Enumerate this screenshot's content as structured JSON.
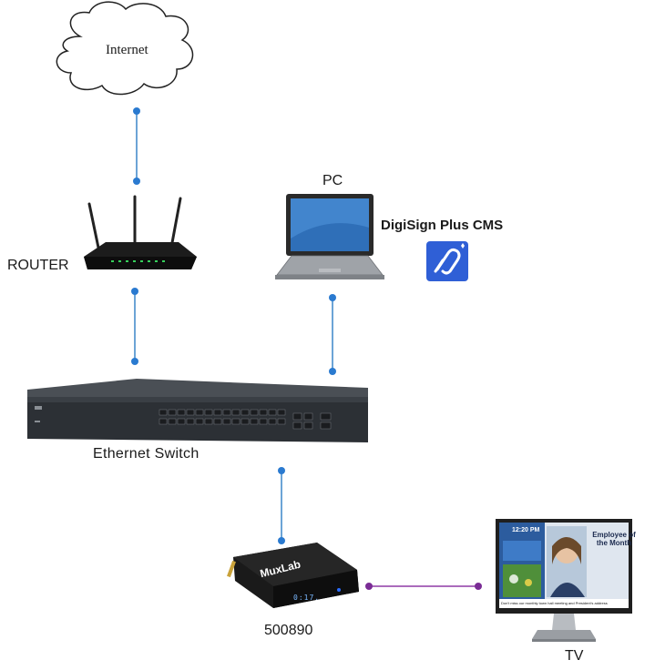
{
  "nodes": {
    "internet": {
      "label": "Internet"
    },
    "router": {
      "label": "ROUTER"
    },
    "pc": {
      "label": "PC"
    },
    "cms": {
      "label": "DigiSign Plus CMS"
    },
    "switch": {
      "label": "Ethernet Switch"
    },
    "player": {
      "label": "500890",
      "brand": "MuxLab",
      "display": "0:17."
    },
    "tv": {
      "label": "TV",
      "screen_time": "12:20 PM",
      "screen_heading": "Employee of the Month",
      "ticker": "Don't miss our monthly town hall meeting and President's address"
    }
  },
  "colors": {
    "ethernet": "#3a86c8",
    "hdmi": "#8e3aa5",
    "cms_logo": "#2f5fd6"
  },
  "icons": [
    "cloud-icon",
    "router-icon",
    "laptop-icon",
    "cms-logo-icon",
    "switch-icon",
    "media-player-icon",
    "monitor-icon"
  ]
}
